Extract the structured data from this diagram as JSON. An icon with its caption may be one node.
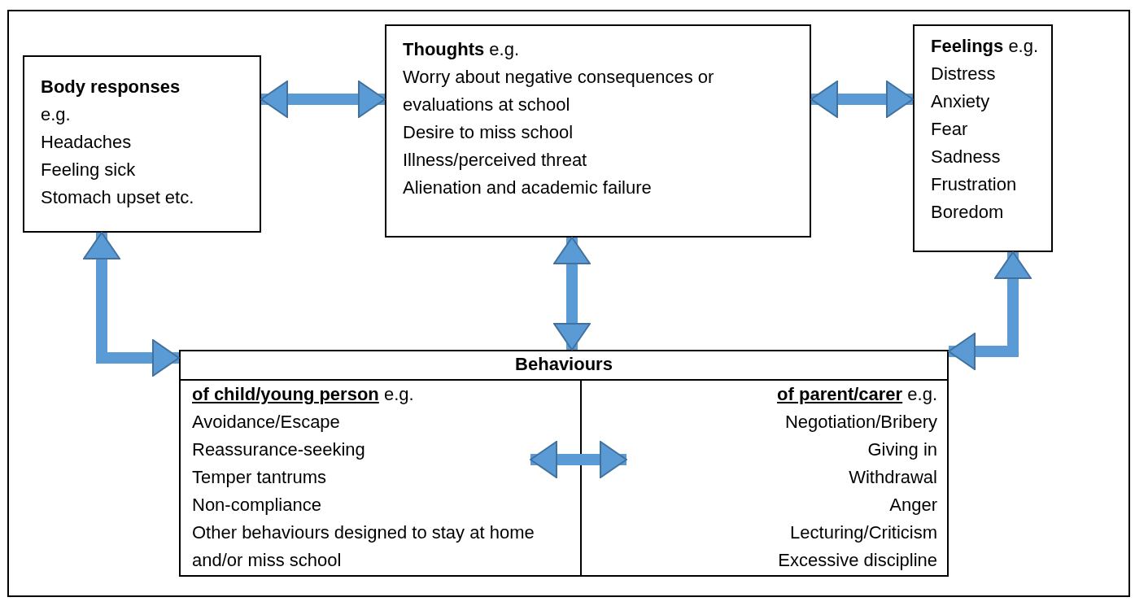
{
  "diagram": {
    "nodes": [
      {
        "text": [
          "Body responses",
          "e.g.",
          "Headaches",
          "Feeling sick",
          "Stomach upset etc."
        ]
      },
      {
        "text": [
          "Thoughts",
          "e.g.",
          "Worry about negative consequences or evaluations at school",
          "Desire to miss school",
          "Illness/perceived threat",
          "Alienation and academic failure"
        ]
      },
      {
        "text": [
          "Feelings",
          "e.g.",
          "Distress",
          "Anxiety",
          "Fear",
          "Sadness",
          "Frustration",
          "Boredom"
        ]
      },
      {
        "text": [
          "Behaviours"
        ]
      },
      {
        "text": [
          "of child/young person",
          "e.g.",
          "Avoidance/Escape",
          "Reassurance-seeking",
          "Temper tantrums",
          "Non-compliance",
          "Other behaviours designed to stay at home and/or miss school"
        ],
        "in": 3
      },
      {
        "text": [
          "of parent/carer",
          "e.g.",
          "Negotiation/Bribery",
          "Giving in",
          "Withdrawal",
          "Anger",
          "Lecturing/Criticism",
          "Excessive discipline"
        ],
        "in": 3
      }
    ],
    "edges": [
      {
        "from": 0,
        "to": 1,
        "arrow": "both"
      },
      {
        "from": 1,
        "to": 2,
        "arrow": "both"
      },
      {
        "from": 1,
        "to": 3,
        "arrow": "both"
      },
      {
        "from": 0,
        "to": 3,
        "arrow": "both"
      },
      {
        "from": 2,
        "to": 3,
        "arrow": "both"
      },
      {
        "from": 4,
        "to": 5,
        "arrow": "both"
      }
    ]
  }
}
